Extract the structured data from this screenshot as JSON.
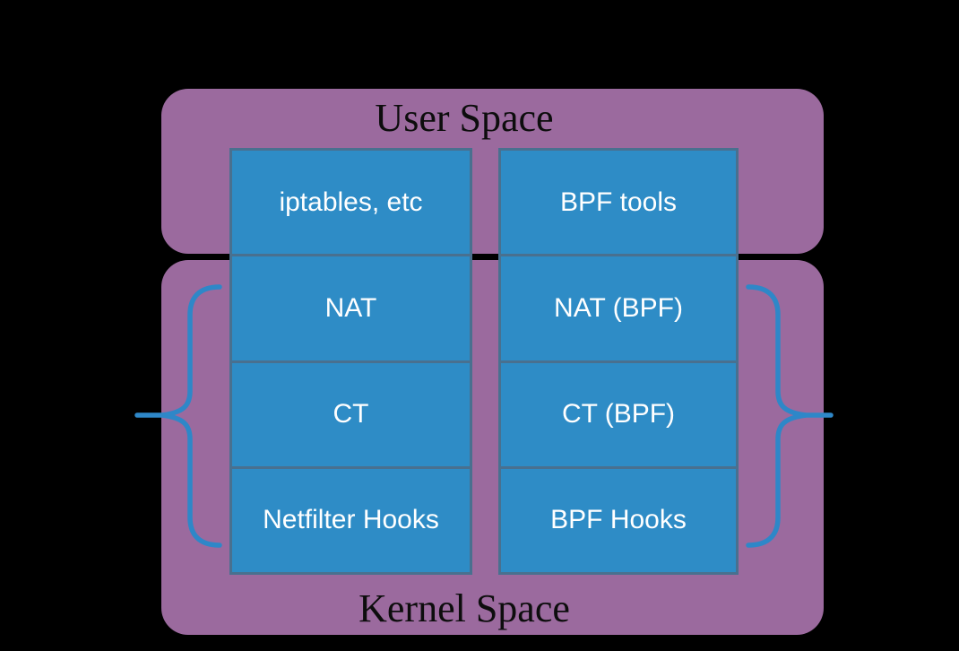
{
  "diagram": {
    "user_space": {
      "label": "User Space"
    },
    "kernel_space": {
      "label": "Kernel Space"
    },
    "left_column": {
      "rows": [
        "iptables, etc",
        "NAT",
        "CT",
        "Netfilter Hooks"
      ]
    },
    "right_column": {
      "rows": [
        "BPF tools",
        "NAT (BPF)",
        "CT (BPF)",
        "BPF Hooks"
      ]
    },
    "colors": {
      "background": "#000000",
      "space_fill": "#9B6A9E",
      "box_fill": "#2E8CC6",
      "box_border": "#49708F",
      "brace_stroke": "#2E87C8",
      "label_text": "#0d0d0d",
      "box_text": "#FFFFFF"
    }
  }
}
